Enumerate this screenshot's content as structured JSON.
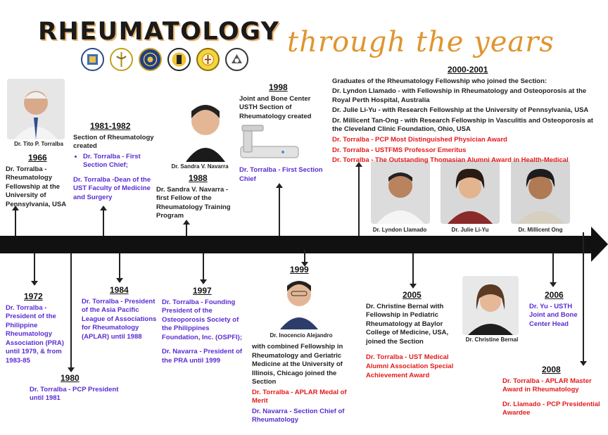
{
  "header": {
    "title": "RHEUMATOLOGY",
    "script": "through the years"
  },
  "captions": {
    "torralba": "Dr. Tito P. Torralba",
    "navarra": "Dr. Sandra V. Navarra",
    "llamado": "Dr. Lyndon Llamado",
    "liyu": "Dr. Julie Li-Yu",
    "ong": "Dr. Millicent Ong",
    "alejandro": "Dr. Inocencio Alejandro",
    "bernal": "Dr. Christine Bernal"
  },
  "events": {
    "y1966": {
      "year": "1966",
      "text": "Dr. Torralba - Rheumatology Fellowship at the University of Pennsylvania, USA"
    },
    "y1981": {
      "year": "1981-1982",
      "text": "Section of Rheumatology created",
      "bullet": "Dr. Torralba - First Section Chief;",
      "note": "Dr. Torralba -Dean of the UST Faculty of Medicine and Surgery"
    },
    "y1988": {
      "year": "1988",
      "text": "Dr. Sandra V. Navarra - first Fellow of the Rheumatology Training Program"
    },
    "y1998": {
      "year": "1998",
      "text": "Joint and Bone Center USTH Section of Rheumatology created",
      "note": "Dr. Torralba - First Section Chief"
    },
    "y2000": {
      "year": "2000-2001",
      "intro": "Graduates of the Rheumatology Fellowship who joined the Section:",
      "lines": [
        "Dr. Lyndon Llamado - with Fellowship in Rheumatology and Osteoporosis at the Royal Perth Hospital, Australia",
        "Dr. Julie Li-Yu - with Research Fellowship at the University of Pennsylvania, USA",
        "Dr. Millicent Tan-Ong - with Research Fellowship in Vasculitis and Osteoporosis at the Cleveland Clinic Foundation, Ohio, USA"
      ],
      "awards": [
        "Dr. Torralba - PCP Most Distinguished Physician Award",
        "Dr. Torralba - USTFMS Professor Emeritus",
        "Dr. Torralba - The Outstanding Thomasian Alumni Award in Health-Medical"
      ]
    },
    "y1972": {
      "year": "1972",
      "text": "Dr. Torralba - President of the Philippine Rheumatology Association (PRA) until 1979, & from 1983-85"
    },
    "y1980": {
      "year": "1980",
      "text": "Dr. Torralba - PCP President until 1981"
    },
    "y1984": {
      "year": "1984",
      "text": "Dr. Torralba - President of the Asia Pacific League of Associations for Rheumatology (APLAR) until 1988"
    },
    "y1997": {
      "year": "1997",
      "text": "Dr. Torralba - Founding President of the Osteoporosis Society of the Philippines Foundation, Inc. (OSPFI);",
      "note": "Dr. Navarra - President of the PRA until 1999"
    },
    "y1999": {
      "year": "1999",
      "text": "with combined Fellowship in Rheumatology and Geriatric Medicine at the University of Illinois, Chicago joined the Section",
      "award": "Dr. Torralba - APLAR Medal of Merit",
      "note": "Dr. Navarra - Section Chief of Rheumatology"
    },
    "y2005": {
      "year": "2005",
      "text": "Dr. Christine Bernal with Fellowship in Pediatric Rheumatology at Baylor College of Medicine, USA, joined the Section",
      "award": "Dr. Torralba - UST Medical Alumni Association Special Achievement Award"
    },
    "y2006": {
      "year": "2006",
      "text": "Dr. Yu - USTH Joint and Bone Center Head"
    },
    "y2008": {
      "year": "2008",
      "award": "Dr. Torralba - APLAR Master Award in Rheumatology",
      "award2": "Dr. Llamado - PCP Presidential Awardee"
    }
  },
  "colors": {
    "accent": "#e0952f",
    "purple": "#5a2bd1",
    "red": "#e31b1b",
    "bar": "#111111"
  }
}
